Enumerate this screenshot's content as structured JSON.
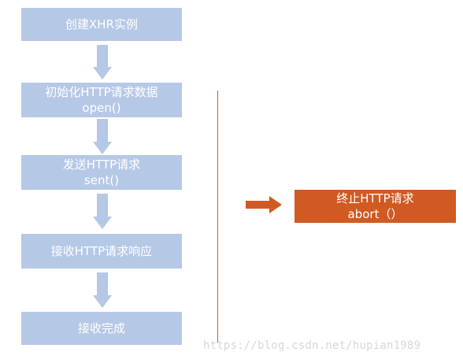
{
  "flow": {
    "step1": {
      "line1": "创建XHR实例"
    },
    "step2": {
      "line1": "初始化HTTP请求数据",
      "line2": "open()"
    },
    "step3": {
      "line1": "发送HTTP请求",
      "line2": "sent()"
    },
    "step4": {
      "line1": "接收HTTP请求响应"
    },
    "step5": {
      "line1": "接收完成"
    }
  },
  "abort": {
    "line1": "终止HTTP请求",
    "line2": "abort（）"
  },
  "colors": {
    "step_fill": "#b5c8e6",
    "arrow_fill": "#b5c8e6",
    "abort_fill": "#d15a22",
    "divider": "#d45a2a"
  },
  "watermark": "https://blog.csdn.net/hupian1989"
}
